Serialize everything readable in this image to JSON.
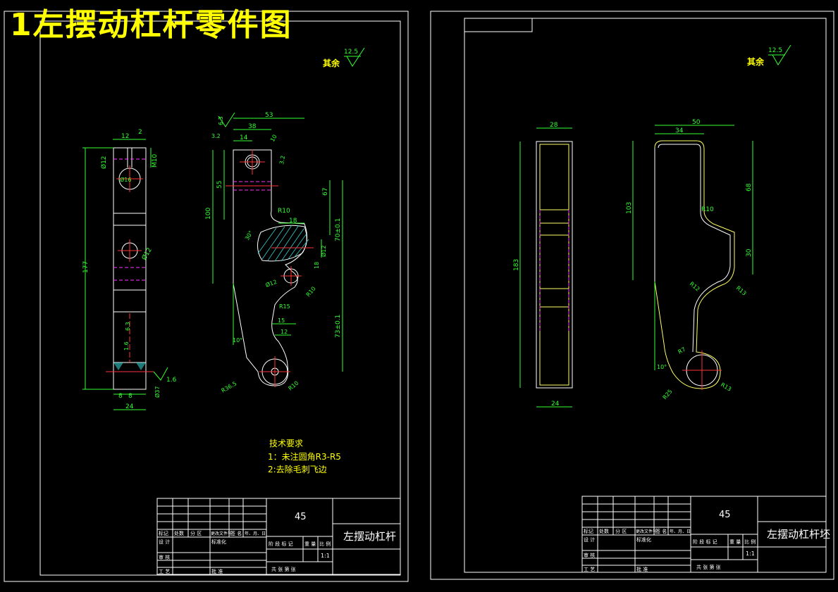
{
  "page_title": "1左摆动杠杆零件图",
  "left_sheet": {
    "surface_other": "其余",
    "roughness_other": "12.5",
    "tech_req_title": "技术要求",
    "tech_req_1": "1：未注圆角R3-R5",
    "tech_req_2": "2:去除毛刺飞边",
    "dims_front": {
      "d12": "12",
      "d2": "2",
      "dphi2": "Ø12",
      "dM10": "M10",
      "dphi16": "Ø16",
      "d177": "177",
      "dphi12": "Ø12",
      "d16a": "1.6",
      "d8a": "8",
      "d8b": "8",
      "d24": "24",
      "dphi37": "Ø37",
      "d16b": "1.6",
      "r63": "6.3"
    },
    "dims_side": {
      "d53": "53",
      "d38": "38",
      "d14": "14",
      "d32": "3.2",
      "d63": "6.3",
      "d10": "10",
      "d55": "55",
      "d100": "100",
      "d67": "67",
      "dR10a": "R10",
      "d18": "18",
      "d70": "70±0.1",
      "dphi12b": "Ø12",
      "d18b": "18",
      "dphi12c": "Ø12",
      "dR10b": "R10",
      "dR15": "R15",
      "d15": "15",
      "d12b": "12",
      "d73": "73±0.1",
      "d10deg": "10°",
      "dR36": "R36.5",
      "dR10c": "R10",
      "d30deg": "30°",
      "d32b": "3.2"
    },
    "title_block": {
      "material": "45",
      "part_name": "左摆动杠杆",
      "scale": "1:1",
      "hdr_mark": "标记",
      "hdr_count": "处数",
      "hdr_zone": "分 区",
      "hdr_doc": "更改文件号",
      "hdr_sign": "签 名",
      "hdr_date": "年、月、日",
      "row_design": "设 计",
      "row_std": "标准化",
      "row_check": "审 核",
      "row_proc": "工 艺",
      "row_approve": "批 准",
      "stage_mark": "阶 段 标 记",
      "weight": "重 量",
      "ratio": "比 例",
      "sheets": "共  张  第  张"
    }
  },
  "right_sheet": {
    "surface_other": "其余",
    "roughness_other": "12.5",
    "dims": {
      "d28": "28",
      "d183": "183",
      "d24": "24",
      "d50": "50",
      "d34": "34",
      "d103": "103",
      "d68": "68",
      "d30": "30",
      "dR10": "R10",
      "dR12": "R12",
      "dR13a": "R13",
      "dR7": "R7",
      "d10deg": "10°",
      "dR25": "R25",
      "dR13b": "R13"
    },
    "title_block": {
      "material": "45",
      "part_name": "左摆动杠杆坯",
      "scale": "1:1",
      "hdr_mark": "标记",
      "hdr_count": "处数",
      "hdr_zone": "分 区",
      "hdr_doc": "更改文件号",
      "hdr_sign": "签 名",
      "hdr_date": "年、月、日",
      "row_design": "设 计",
      "row_std": "标准化",
      "row_check": "审 核",
      "row_proc": "工 艺",
      "row_approve": "批 准",
      "stage_mark": "阶 段 标 记",
      "weight": "重 量",
      "ratio": "比 例",
      "sheets": "共  张  第  张"
    }
  },
  "colors": {
    "background": "#000000",
    "frame": "#ffffff",
    "part_outline": "#ffffff",
    "dimension": "#33ff33",
    "centerline": "#ff3333",
    "hidden": "#ff33ff",
    "hatch": "#33cccc",
    "title": "#ffff00",
    "blank_outline": "#ffff66"
  }
}
